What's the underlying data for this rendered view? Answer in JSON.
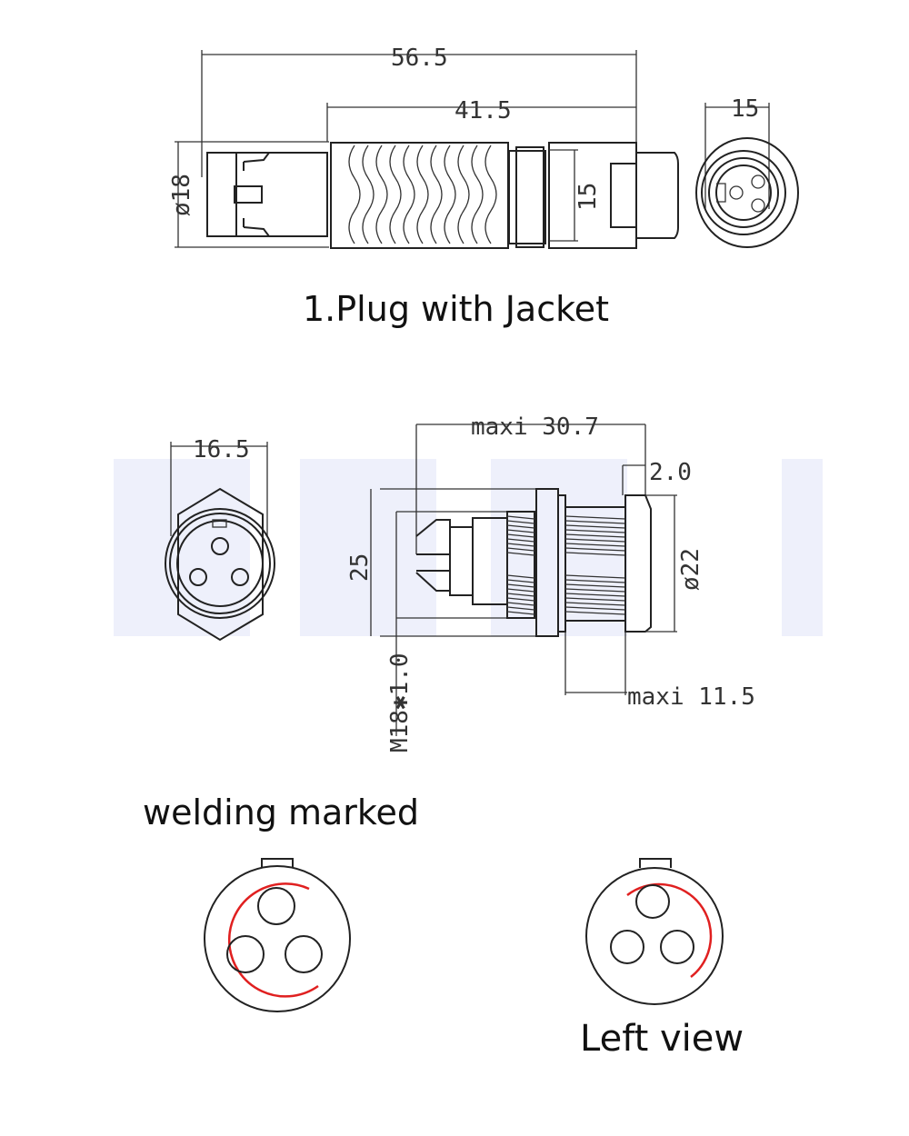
{
  "captions": {
    "plug": "1.Plug with Jacket",
    "welding": "welding marked",
    "left_view": "Left view"
  },
  "plug_dims": {
    "overall_length": "56.5",
    "jacket_length": "41.5",
    "diameter": "ø18",
    "nut_size": "15",
    "end_width": "15"
  },
  "socket_dims": {
    "hex_width": "16.5",
    "max_length": "maxi 30.7",
    "flange_thickness": "2.0",
    "height": "25",
    "flange_diameter": "ø22",
    "thread": "M18✱1.0",
    "max_thread_length": "maxi 11.5"
  },
  "colors": {
    "line": "#222222",
    "marking": "#e02020",
    "watermark": "#eef0fb"
  }
}
